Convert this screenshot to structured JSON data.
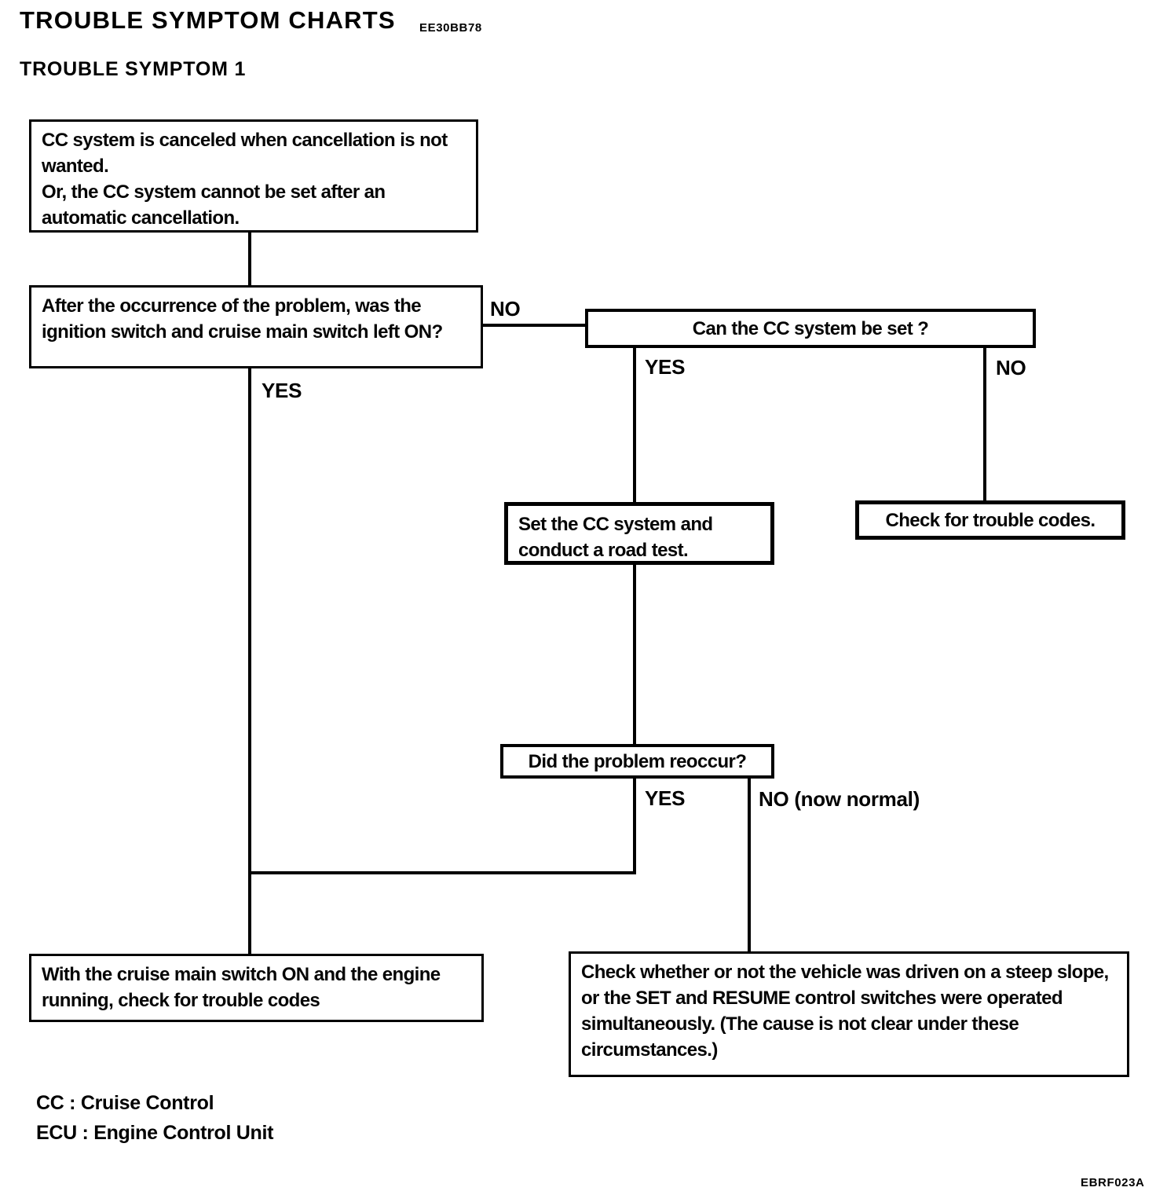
{
  "header": {
    "title": "TROUBLE SYMPTOM CHARTS",
    "code": "EE30BB78",
    "subtitle": "TROUBLE SYMPTOM 1"
  },
  "flowchart": {
    "node_symptom": "CC system is canceled when cancellation is not wanted.\nOr, the CC system cannot be set after an automatic cancellation.",
    "node_ignition_question": "After the occurrence of the problem, was the ignition switch and cruise main switch left ON?",
    "node_can_set_question": "Can the CC system be set ?",
    "node_road_test": "Set the CC system and conduct a road test.",
    "node_check_codes": "Check for trouble codes.",
    "node_reoccur_question": "Did the problem reoccur?",
    "node_main_switch_check": "With the cruise main switch ON and the engine running, check for trouble codes",
    "node_steep_slope": "Check whether or not the vehicle was driven on a steep slope, or the SET and RESUME control switches were operated simultaneously. (The cause is not clear under these circumstances.)",
    "label_no_ignition": "NO",
    "label_yes_ignition": "YES",
    "label_yes_canset": "YES",
    "label_no_canset": "NO",
    "label_yes_reoccur": "YES",
    "label_no_reoccur": "NO (now normal)"
  },
  "legend": {
    "cc": "CC : Cruise Control",
    "ecu": "ECU : Engine Control Unit"
  },
  "footer": {
    "code": "EBRF023A"
  }
}
